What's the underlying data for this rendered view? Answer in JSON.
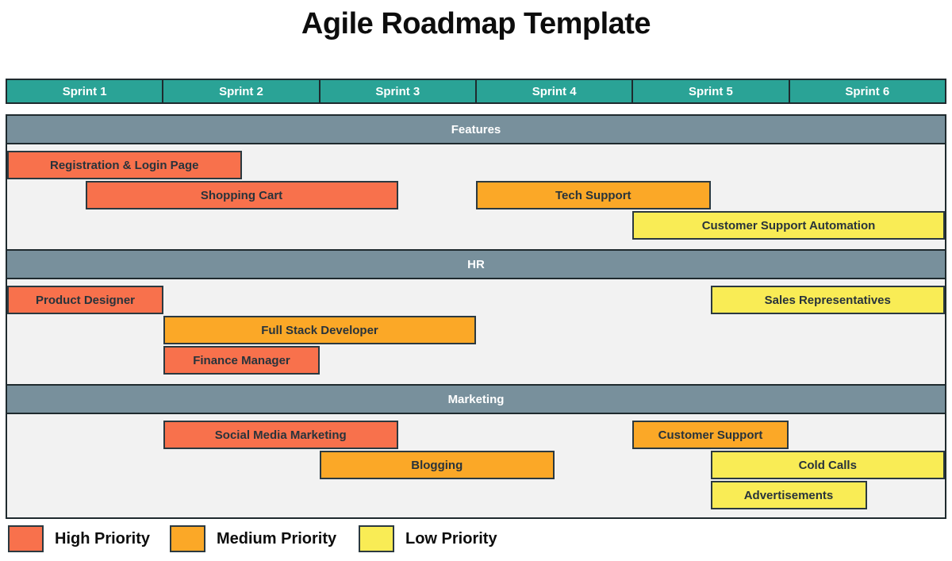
{
  "title": "Agile Roadmap Template",
  "colors": {
    "teal_header": "#2aa396",
    "section_band": "#78909c",
    "section_background": "#f2f2f2",
    "high_priority": "#f8714c",
    "medium_priority": "#fba827",
    "low_priority": "#f9ec55",
    "border": "#1f2a2e",
    "bar_border": "#2b3940"
  },
  "sprints": [
    "Sprint 1",
    "Sprint 2",
    "Sprint 3",
    "Sprint 4",
    "Sprint 5",
    "Sprint 6"
  ],
  "chart_data": {
    "type": "bar",
    "subtype": "gantt-roadmap",
    "title": "Agile Roadmap Template",
    "x_categories": [
      "Sprint 1",
      "Sprint 2",
      "Sprint 3",
      "Sprint 4",
      "Sprint 5",
      "Sprint 6"
    ],
    "x_unit": "sprints",
    "x_range": [
      0,
      6
    ],
    "grid": false,
    "legend_position": "bottom-left",
    "sections": [
      {
        "name": "Features",
        "tasks": [
          {
            "label": "Registration & Login Page",
            "start": 0,
            "end": 1.5,
            "row": 0,
            "priority": "high"
          },
          {
            "label": "Shopping Cart",
            "start": 0.5,
            "end": 2.5,
            "row": 1,
            "priority": "high"
          },
          {
            "label": "Tech Support",
            "start": 3,
            "end": 4.5,
            "row": 1,
            "priority": "medium"
          },
          {
            "label": "Customer Support Automation",
            "start": 4,
            "end": 6,
            "row": 2,
            "priority": "low"
          }
        ]
      },
      {
        "name": "HR",
        "tasks": [
          {
            "label": "Product Designer",
            "start": 0,
            "end": 1,
            "row": 0,
            "priority": "high"
          },
          {
            "label": "Sales Representatives",
            "start": 4.5,
            "end": 6,
            "row": 0,
            "priority": "low"
          },
          {
            "label": "Full Stack Developer",
            "start": 1,
            "end": 3,
            "row": 1,
            "priority": "medium"
          },
          {
            "label": "Finance Manager",
            "start": 1,
            "end": 2,
            "row": 2,
            "priority": "high"
          }
        ]
      },
      {
        "name": "Marketing",
        "tasks": [
          {
            "label": "Social Media Marketing",
            "start": 1,
            "end": 2.5,
            "row": 0,
            "priority": "high"
          },
          {
            "label": "Customer Support",
            "start": 4,
            "end": 5,
            "row": 0,
            "priority": "medium"
          },
          {
            "label": "Blogging",
            "start": 2,
            "end": 3.5,
            "row": 1,
            "priority": "medium"
          },
          {
            "label": "Cold Calls",
            "start": 4.5,
            "end": 6,
            "row": 1,
            "priority": "low"
          },
          {
            "label": "Advertisements",
            "start": 4.5,
            "end": 5.5,
            "row": 2,
            "priority": "low"
          }
        ]
      }
    ]
  },
  "legend": {
    "items": [
      {
        "label": "High Priority",
        "priority": "high"
      },
      {
        "label": "Medium Priority",
        "priority": "medium"
      },
      {
        "label": "Low Priority",
        "priority": "low"
      }
    ]
  }
}
